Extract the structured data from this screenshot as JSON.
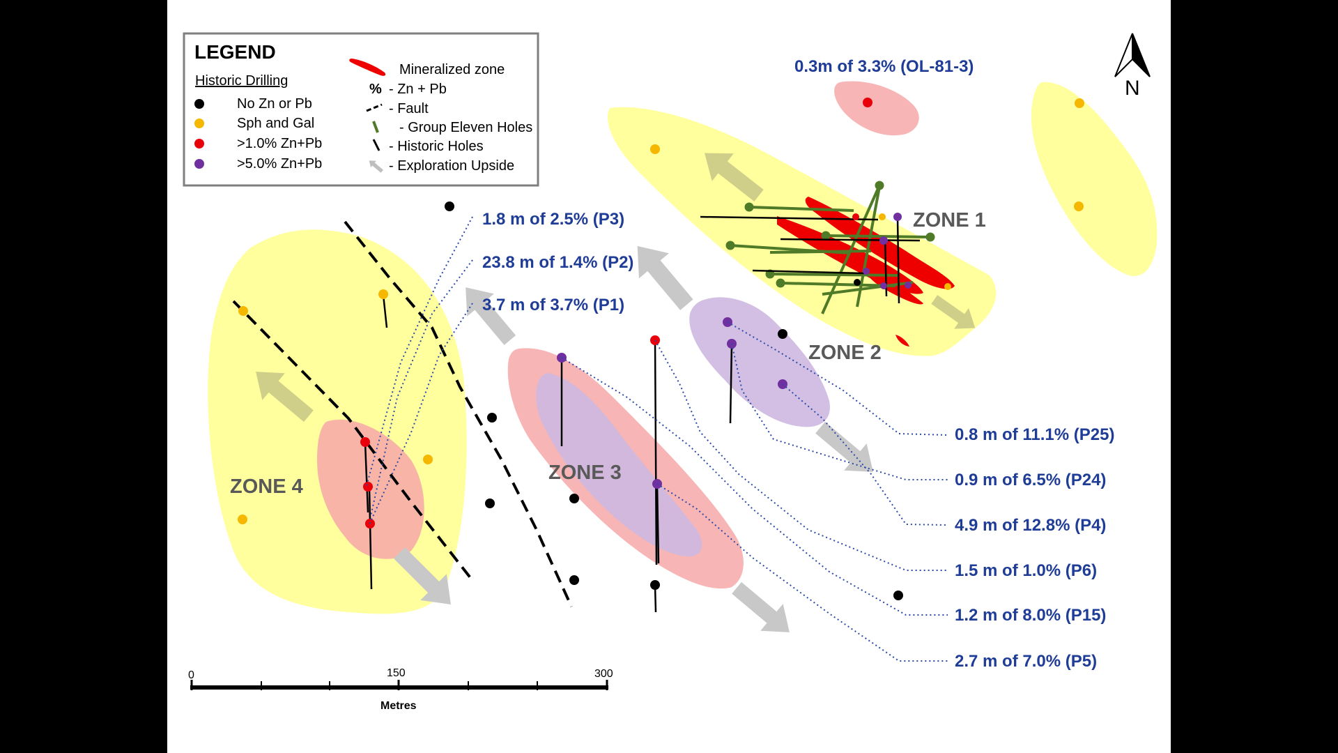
{
  "legend": {
    "title": "LEGEND",
    "subtitle": "Historic Drilling",
    "items": [
      {
        "color": "#000000",
        "label": "No Zn or Pb"
      },
      {
        "color": "#f5b700",
        "label": "Sph and Gal"
      },
      {
        "color": "#e8000b",
        "label": ">1.0% Zn+Pb"
      },
      {
        "color": "#7030a0",
        "label": ">5.0% Zn+Pb"
      }
    ],
    "symbols": [
      {
        "icon": "mineralized-zone-icon",
        "label": "Mineralized zone"
      },
      {
        "icon": "percent-icon",
        "glyph": "%",
        "label": "- Zn + Pb"
      },
      {
        "icon": "fault-icon",
        "label": "- Fault"
      },
      {
        "icon": "group-eleven-hole-icon",
        "label": "- Group Eleven Holes"
      },
      {
        "icon": "historic-hole-icon",
        "label": "- Historic Holes"
      },
      {
        "icon": "exploration-arrow-icon",
        "label": "- Exploration Upside"
      }
    ]
  },
  "zones": {
    "zone1": "ZONE 1",
    "zone2": "ZONE 2",
    "zone3": "ZONE 3",
    "zone4": "ZONE 4"
  },
  "intercepts": {
    "ol81": "0.3m of 3.3% (OL-81-3)",
    "p3": "1.8 m of 2.5% (P3)",
    "p2": "23.8 m of 1.4% (P2)",
    "p1": "3.7 m of 3.7% (P1)",
    "p25": "0.8 m of 11.1% (P25)",
    "p24": "0.9 m of 6.5% (P24)",
    "p4": "4.9 m of 12.8% (P4)",
    "p6": "1.5 m of 1.0% (P6)",
    "p15": "1.2 m of 8.0% (P15)",
    "p5": "2.7 m of 7.0% (P5)"
  },
  "scale": {
    "tick0": "0",
    "tick150": "150",
    "tick300": "300",
    "unit": "Metres"
  },
  "north": "N",
  "colors": {
    "yellow_zone": "#ffff99",
    "pink_zone": "#f7a8a8",
    "purple_zone": "#cdb8e0",
    "red_mineral": "#ee0000",
    "green_hole": "#4f7a28",
    "intercept_blue": "#1f3c96",
    "arrow_gray": "#c8c8c8"
  }
}
